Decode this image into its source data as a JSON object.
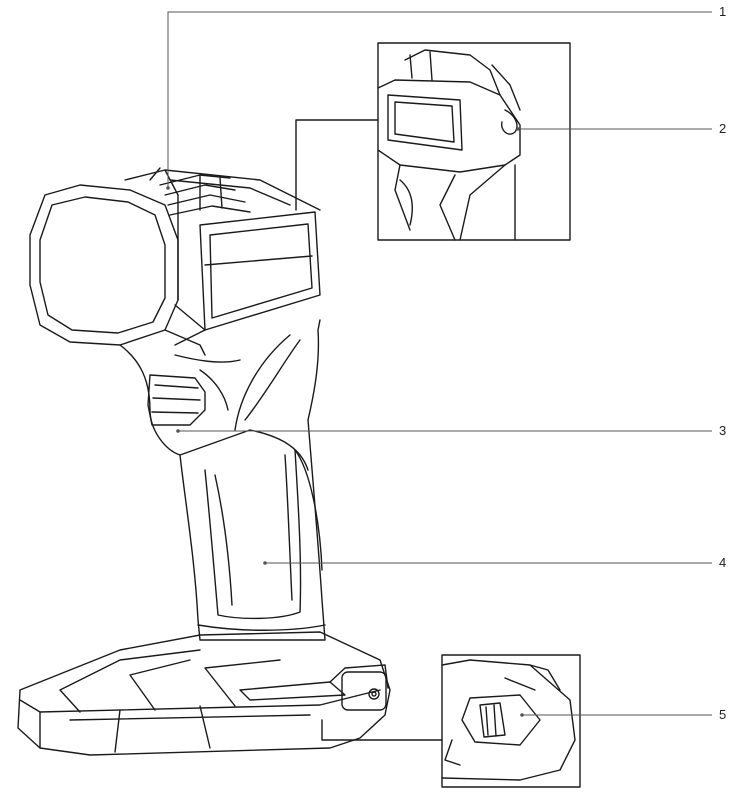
{
  "callouts": [
    {
      "label": "1"
    },
    {
      "label": "2"
    },
    {
      "label": "3"
    },
    {
      "label": "4"
    },
    {
      "label": "5"
    }
  ],
  "colors": {
    "line": "#1a1a1a",
    "leader": "#555555",
    "background": "#ffffff"
  }
}
